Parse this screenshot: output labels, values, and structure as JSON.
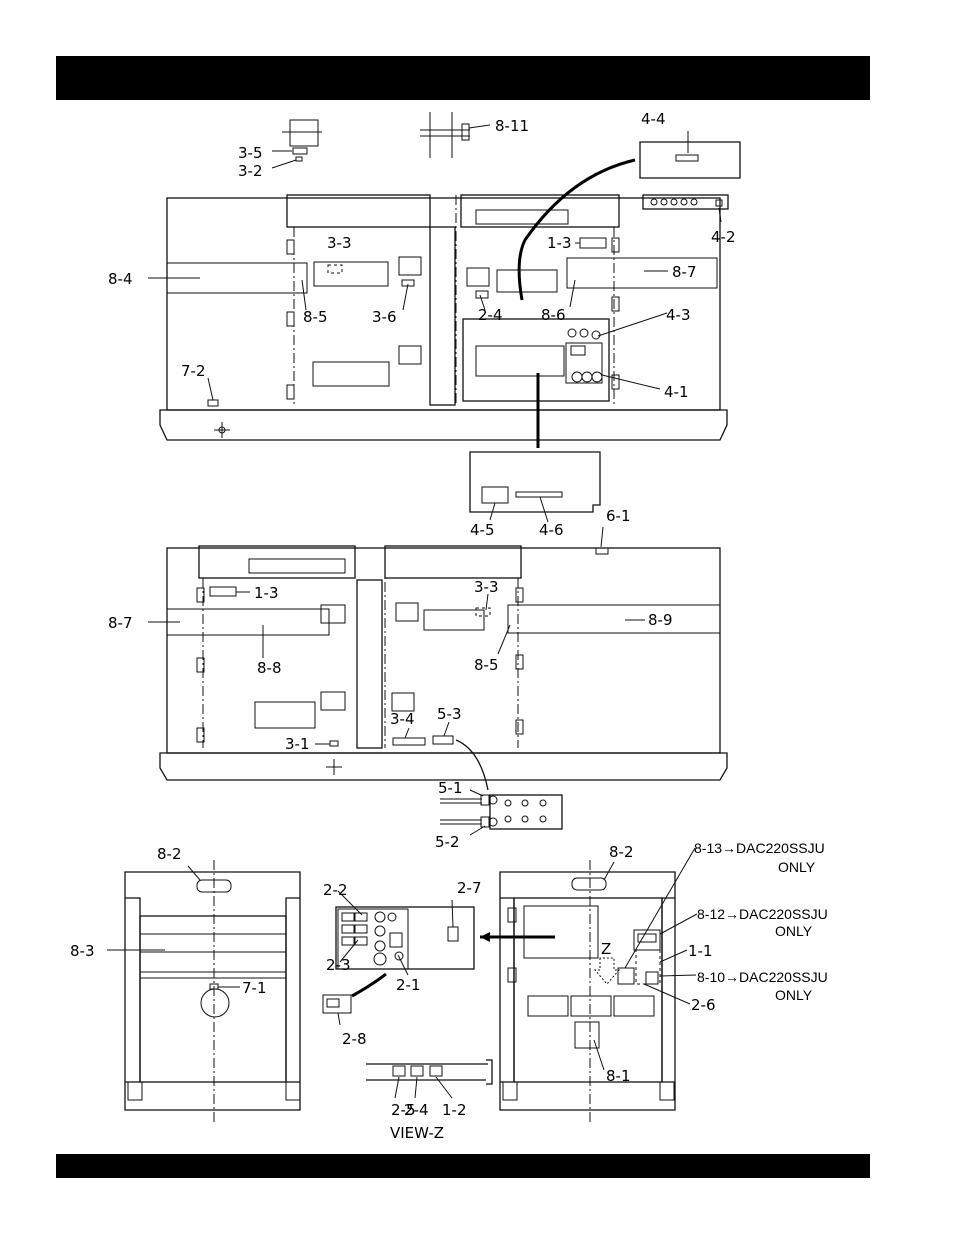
{
  "labels": {
    "l_3_5": "3-5",
    "l_3_2": "3-2",
    "l_8_11": "8-11",
    "l_4_4": "4-4",
    "l_4_2": "4-2",
    "l_3_3a": "3-3",
    "l_1_3a": "1-3",
    "l_8_4": "8-4",
    "l_8_7a": "8-7",
    "l_8_5a": "8-5",
    "l_3_6": "3-6",
    "l_2_4a": "2-4",
    "l_8_6": "8-6",
    "l_4_3": "4-3",
    "l_7_2": "7-2",
    "l_4_1": "4-1",
    "l_4_5": "4-5",
    "l_4_6": "4-6",
    "l_6_1": "6-1",
    "l_1_3b": "1-3",
    "l_3_3b": "3-3",
    "l_8_7b": "8-7",
    "l_8_9": "8-9",
    "l_8_8": "8-8",
    "l_8_5b": "8-5",
    "l_3_4": "3-4",
    "l_5_3": "5-3",
    "l_3_1": "3-1",
    "l_5_1": "5-1",
    "l_5_2": "5-2",
    "l_8_2a": "8-2",
    "l_8_2b": "8-2",
    "l_8_3": "8-3",
    "l_7_1": "7-1",
    "l_2_2": "2-2",
    "l_2_7": "2-7",
    "l_2_3": "2-3",
    "l_2_1": "2-1",
    "l_2_8": "2-8",
    "l_2_5": "2-5",
    "l_2_4b": "2-4",
    "l_1_2": "1-2",
    "l_view_z": "VIEW-Z",
    "l_z": "Z",
    "l_8_13": "8-13→DAC220SSJU",
    "l_only1": "ONLY",
    "l_8_12": "8-12→DAC220SSJU",
    "l_only2": "ONLY",
    "l_1_1": "1-1",
    "l_2_6": "2-6",
    "l_8_10": "8-10→DAC220SSJU",
    "l_only3": "ONLY",
    "l_8_1": "8-1"
  }
}
